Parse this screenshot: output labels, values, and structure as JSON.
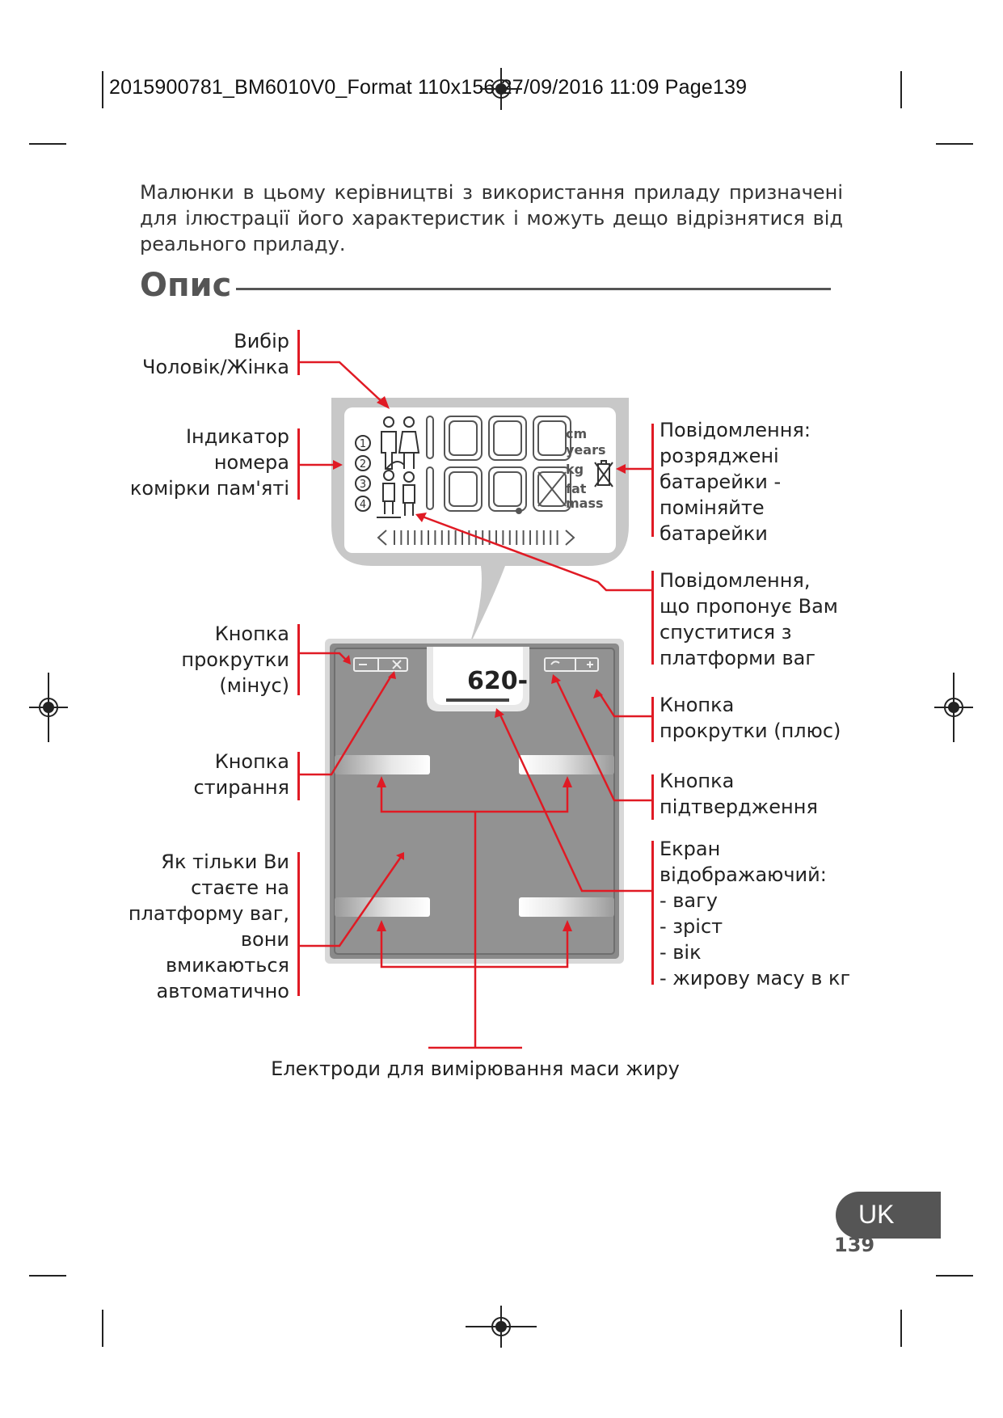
{
  "header": {
    "print_line": "2015900781_BM6010V0_Format 110x156  27/09/2016  11:09  Page139"
  },
  "intro": {
    "line1": "Малюнки в цьому керівництві з використання приладу призначені",
    "line2": "для ілюстрації його характеристик і можуть дещо відрізнятися від",
    "line3": "реального приладу."
  },
  "section": {
    "title": "Опис"
  },
  "lcd": {
    "cm": "cm",
    "years": "years",
    "kg": "kg",
    "fat": "fat",
    "mass": "mass",
    "memory": [
      "1",
      "2",
      "3",
      "4"
    ]
  },
  "scale": {
    "display_value": "620-"
  },
  "labels_left": {
    "gender": [
      "Вибір",
      "Чоловік/Жінка"
    ],
    "memory": [
      "Індикатор",
      "номера",
      "комірки пам'яті"
    ],
    "minus": [
      "Кнопка",
      "прокрутки",
      "(мінус)"
    ],
    "erase": [
      "Кнопка",
      "стирання"
    ],
    "auto_on": [
      "Як тільки Ви",
      "стаєте на",
      "платформу ваг,",
      "вони",
      "вмикаються",
      "автоматично"
    ]
  },
  "labels_right": {
    "battery": [
      "Повідомлення:",
      "розряджені",
      "батарейки -",
      "поміняйте",
      "батарейки"
    ],
    "step_off": [
      "Повідомлення,",
      "що пропонує Вам",
      "спуститися з",
      "платформи ваг"
    ],
    "plus": [
      "Кнопка",
      "прокрутки (плюс)"
    ],
    "confirm": [
      "Кнопка",
      "підтвердження"
    ],
    "screen": [
      "Екран",
      "відображаючий:",
      "- вагу",
      "- зріст",
      "- вік",
      "- жирову масу в кг"
    ]
  },
  "bottom_label": "Електроди для вимірювання маси жиру",
  "footer": {
    "lang": "UK",
    "page": "139"
  },
  "colors": {
    "accent_red": "#e01a24",
    "scale_grey": "#8a8a8a",
    "text_grey": "#555555"
  }
}
